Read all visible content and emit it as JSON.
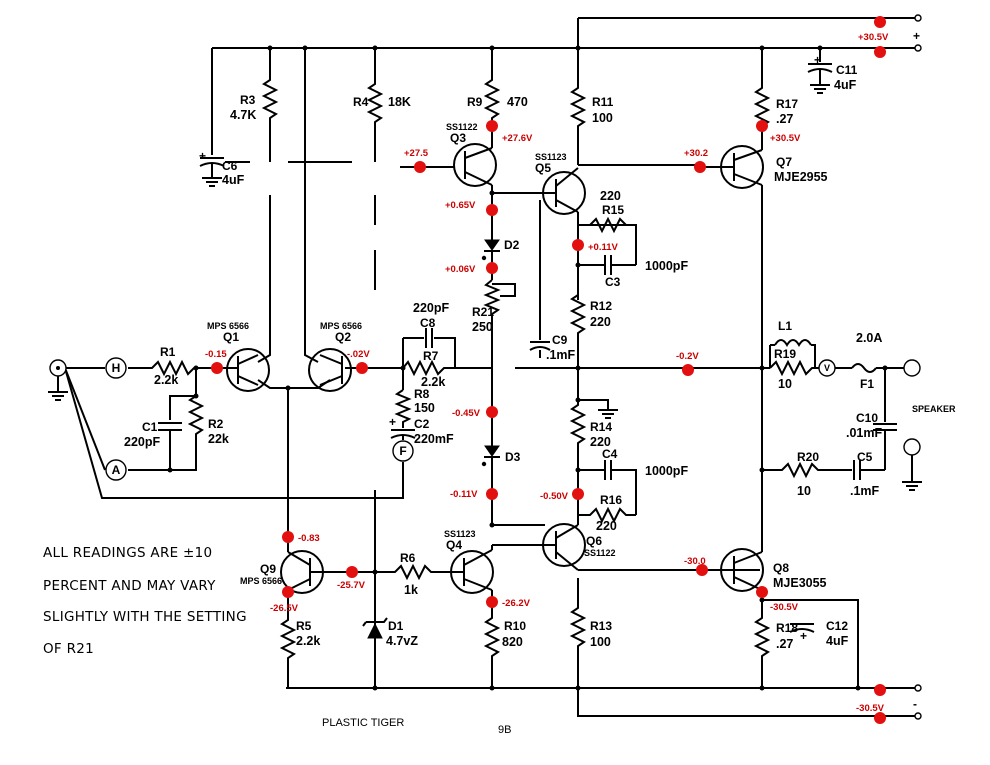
{
  "rails": {
    "pos": "+30.5V",
    "neg": "-30.5V",
    "plus_sign": "+",
    "minus_sign": "-"
  },
  "components": {
    "R3": {
      "ref": "R3",
      "value": "4.7K"
    },
    "R4": {
      "ref": "R4",
      "value": "18K"
    },
    "R9": {
      "ref": "R9",
      "value": "470"
    },
    "R11": {
      "ref": "R11",
      "value": "100"
    },
    "R17": {
      "ref": "R17",
      "value": ".27"
    },
    "C11": {
      "ref": "C11",
      "value": "4uF"
    },
    "C6": {
      "ref": "C6",
      "value": "4uF"
    },
    "Q3": {
      "ref": "Q3",
      "type": "SS1122"
    },
    "Q5": {
      "ref": "Q5",
      "type": "SS1123"
    },
    "Q7": {
      "ref": "Q7",
      "type": "MJE2955"
    },
    "R15": {
      "ref": "R15",
      "value": "220"
    },
    "D2": {
      "ref": "D2"
    },
    "C3": {
      "ref": "C3",
      "value": "1000pF"
    },
    "R21": {
      "ref": "R21",
      "value": "250"
    },
    "R12": {
      "ref": "R12",
      "value": "220"
    },
    "C8": {
      "ref": "C8",
      "value": "220pF"
    },
    "R7": {
      "ref": "R7",
      "value": "2.2k"
    },
    "C9": {
      "ref": "C9",
      "value": ".1mF"
    },
    "Q1": {
      "ref": "Q1",
      "type": "MPS 6566"
    },
    "Q2": {
      "ref": "Q2",
      "type": "MPS 6566"
    },
    "R1": {
      "ref": "R1",
      "value": "2.2k"
    },
    "R2": {
      "ref": "R2",
      "value": "22k"
    },
    "C1": {
      "ref": "C1",
      "value": "220pF"
    },
    "R8": {
      "ref": "R8",
      "value": "150"
    },
    "C2": {
      "ref": "C2",
      "value": "220mF"
    },
    "L1": {
      "ref": "L1"
    },
    "R19": {
      "ref": "R19",
      "value": "10"
    },
    "F1": {
      "ref": "F1",
      "value": "2.0A"
    },
    "C10": {
      "ref": "C10",
      "value": ".01mF"
    },
    "R14": {
      "ref": "R14",
      "value": "220"
    },
    "D3": {
      "ref": "D3"
    },
    "C4": {
      "ref": "C4",
      "value": "1000pF"
    },
    "R16": {
      "ref": "R16",
      "value": "220"
    },
    "R20": {
      "ref": "R20",
      "value": "10"
    },
    "C5": {
      "ref": "C5",
      "value": ".1mF"
    },
    "Q4": {
      "ref": "Q4",
      "type": "SS1123"
    },
    "Q6": {
      "ref": "Q6",
      "type": "SS1122"
    },
    "Q8": {
      "ref": "Q8",
      "type": "MJE3055"
    },
    "Q9": {
      "ref": "Q9",
      "type": "MPS 6566"
    },
    "R6": {
      "ref": "R6",
      "value": "1k"
    },
    "R5": {
      "ref": "R5",
      "value": "2.2k"
    },
    "D1": {
      "ref": "D1",
      "value": "4.7vZ"
    },
    "R10": {
      "ref": "R10",
      "value": "820"
    },
    "R13": {
      "ref": "R13",
      "value": "100"
    },
    "R18": {
      "ref": "R18",
      "value": ".27"
    },
    "C12": {
      "ref": "C12",
      "value": "4uF"
    }
  },
  "test_points": {
    "H": "H",
    "A": "A",
    "F": "F",
    "V": "V"
  },
  "voltages": {
    "pos_rail": "+30.5V",
    "q3_base": "+27.5",
    "q3_emitter": "+27.6V",
    "q7_base": "+30.2",
    "q7_emitter": "+30.5V",
    "q3_collector": "+0.65V",
    "d2_cathode": "+0.06V",
    "bias_top": "+0.11V",
    "q1_base": "-0.15",
    "q2_base": "-.02V",
    "output": "-0.2V",
    "d3_anode": "-0.45V",
    "d3_cathode": "-0.11V",
    "bias_bottom": "-0.50V",
    "q9_collector": "-0.83",
    "q9_base": "-25.7V",
    "q9_emitter": "-26.5V",
    "q4_emitter": "-26.2V",
    "q8_base": "-30.0",
    "q8_emitter": "-30.5V",
    "neg_rail": "-30.5V"
  },
  "labels": {
    "speaker": "SPEAKER",
    "footer_title": "PLASTIC TIGER",
    "page_number": "9B"
  },
  "note": {
    "line1": "ALL READINGS ARE ±10",
    "line2": "PERCENT AND MAY VARY",
    "line3": "SLIGHTLY WITH THE SETTING",
    "line4": "OF R21"
  }
}
